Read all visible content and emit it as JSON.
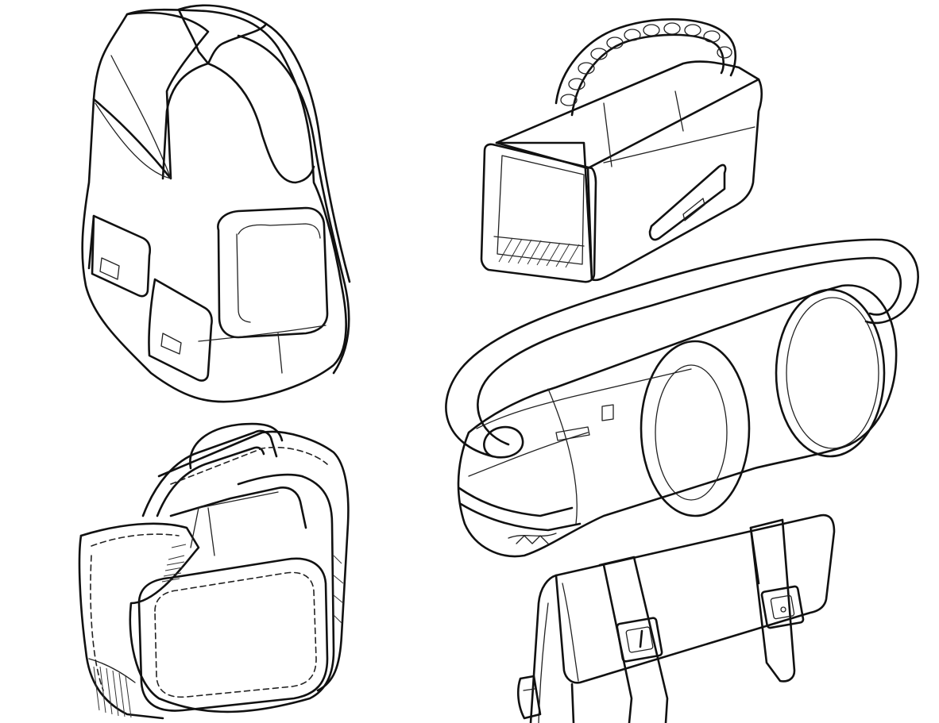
{
  "colors": {
    "background": "#ffffff",
    "ink": "#111111"
  },
  "illustrations": [
    {
      "name": "backpack",
      "icon": "backpack-icon"
    },
    {
      "name": "braided-handle-box-bag",
      "icon": "box-bag-icon"
    },
    {
      "name": "cylindrical-duffel-bag",
      "icon": "duffel-bag-icon"
    },
    {
      "name": "messenger-tote-bag",
      "icon": "tote-bag-icon"
    },
    {
      "name": "buckled-satchel",
      "icon": "satchel-icon"
    }
  ]
}
